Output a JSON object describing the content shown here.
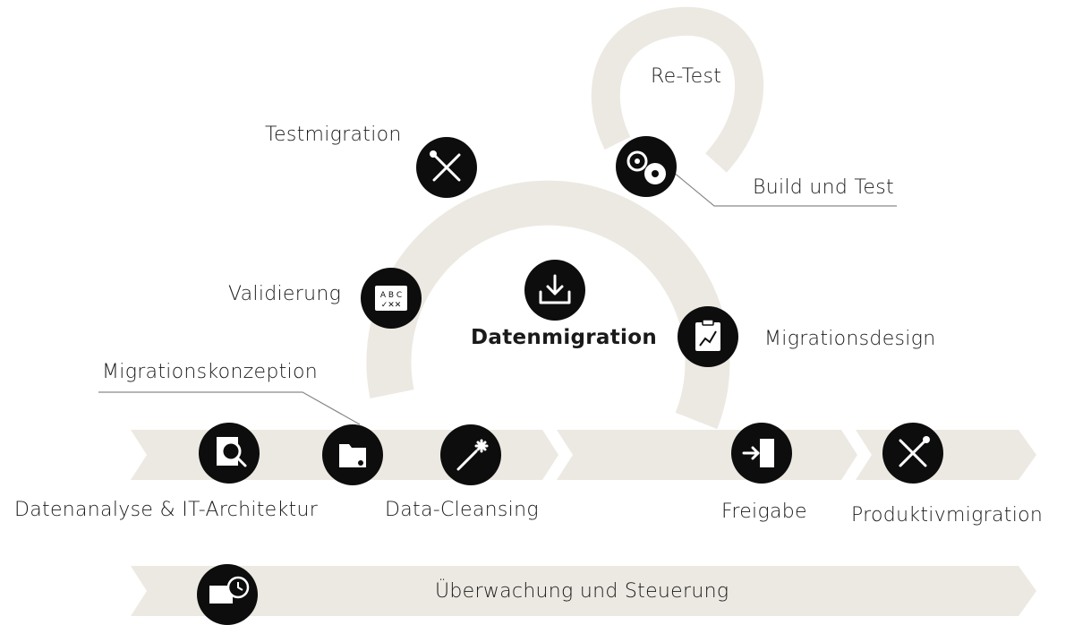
{
  "center": {
    "title": "Datenmigration",
    "icon": "download-icon"
  },
  "cycle_steps": [
    {
      "label": "Re-Test"
    },
    {
      "label": "Testmigration",
      "icon": "tools-icon"
    },
    {
      "label": "Build und Test",
      "icon": "gears-icon"
    },
    {
      "label": "Validierung",
      "icon": "abc-check-icon"
    },
    {
      "label": "Migrationsdesign",
      "icon": "clipboard-chart-icon"
    },
    {
      "label": "Migrationskonzeption",
      "icon": "folder-icon"
    }
  ],
  "phase_steps": [
    {
      "label": "Datenanalyse & IT-Architektur",
      "icon": "document-search-icon"
    },
    {
      "label": "Data-Cleansing",
      "icon": "magic-wand-icon"
    },
    {
      "label": "Freigabe",
      "icon": "door-enter-icon"
    },
    {
      "label": "Produktivmigration",
      "icon": "tools-icon"
    }
  ],
  "bottom_bar": {
    "label": "Überwachung und Steuerung",
    "icon": "monitor-clock-icon"
  },
  "colors": {
    "band": "#ece9e2",
    "icon_bg": "#0d0d0d",
    "text": "#1a1a1a",
    "connector": "#8a8a8a"
  }
}
